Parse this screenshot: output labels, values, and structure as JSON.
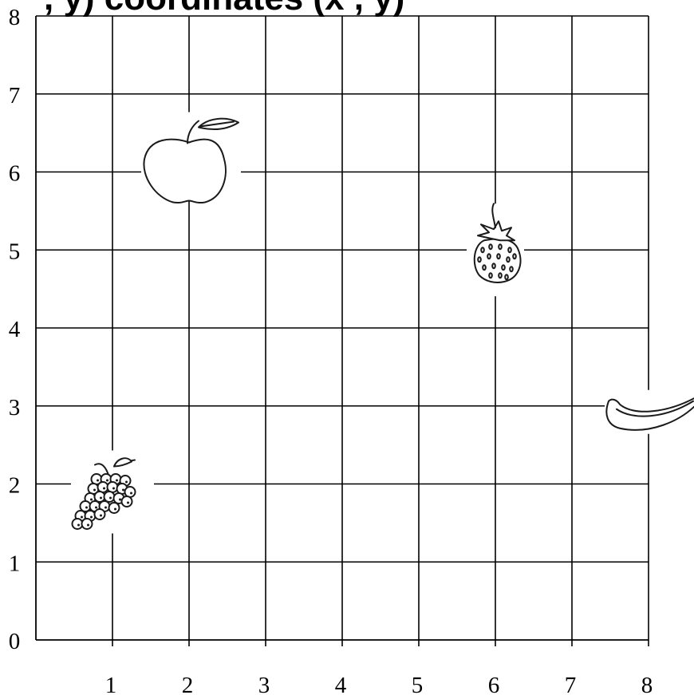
{
  "chart_data": {
    "type": "scatter",
    "title_fragment": ", y)  coordinates  (x , y)",
    "x_ticks": [
      "1",
      "2",
      "3",
      "4",
      "5",
      "6",
      "7",
      "8"
    ],
    "y_ticks": [
      "0",
      "1",
      "2",
      "3",
      "4",
      "5",
      "6",
      "7",
      "8"
    ],
    "xlim": [
      0,
      8
    ],
    "ylim": [
      0,
      8
    ],
    "grid": true,
    "points": [
      {
        "name": "grapes",
        "icon": "grapes-icon",
        "x": 1,
        "y": 2
      },
      {
        "name": "apple",
        "icon": "apple-icon",
        "x": 2,
        "y": 6
      },
      {
        "name": "strawberry",
        "icon": "strawberry-icon",
        "x": 6,
        "y": 5
      },
      {
        "name": "banana",
        "icon": "banana-icon",
        "x": 8,
        "y": 3
      }
    ]
  }
}
